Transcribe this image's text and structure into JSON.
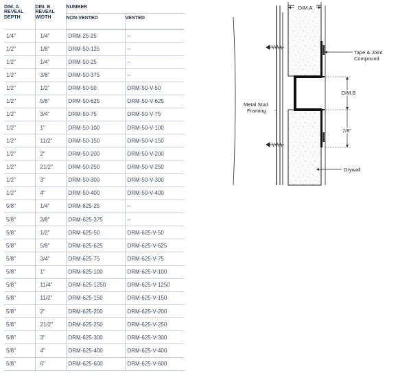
{
  "table": {
    "headers": {
      "dim_a": [
        "DIM. A",
        "REVEAL",
        "DEPTH"
      ],
      "dim_b": [
        "DIM. B",
        "REVEAL",
        "WIDTH"
      ],
      "number": "NUMBER",
      "non_vented": "NON-VENTED",
      "vented": "VENTED"
    },
    "rows": [
      {
        "dim_a": "1/4\"",
        "dim_b": "1/4\"",
        "non_vented": "DRM-25-25",
        "vented": "--"
      },
      {
        "dim_a": "1/2\"",
        "dim_b": "1/8\"",
        "non_vented": "DRM-50-125",
        "vented": "--"
      },
      {
        "dim_a": "1/2\"",
        "dim_b": "1/4\"",
        "non_vented": "DRM-50-25",
        "vented": "--"
      },
      {
        "dim_a": "1/2\"",
        "dim_b": "3/8\"",
        "non_vented": "DRM-50-375",
        "vented": "--"
      },
      {
        "dim_a": "1/2\"",
        "dim_b": "1/2\"",
        "non_vented": "DRM-50-50",
        "vented": "DRM-50-V-50"
      },
      {
        "dim_a": "1/2\"",
        "dim_b": "5/8\"",
        "non_vented": "DRM-50-625",
        "vented": "DRM-50-V-625"
      },
      {
        "dim_a": "1/2\"",
        "dim_b": "3/4\"",
        "non_vented": "DRM-50-75",
        "vented": "DRM-50-V-75"
      },
      {
        "dim_a": "1/2\"",
        "dim_b": "1\"",
        "non_vented": "DRM-50-100",
        "vented": "DRM-50-V-100"
      },
      {
        "dim_a": "1/2\"",
        "dim_b": "11/2\"",
        "non_vented": "DRM-50-150",
        "vented": "DRM-50-V-150"
      },
      {
        "dim_a": "1/2\"",
        "dim_b": "2\"",
        "non_vented": "DRM-50-200",
        "vented": "DRM-50-V-200"
      },
      {
        "dim_a": "1/2\"",
        "dim_b": "21/2\"",
        "non_vented": "DRM-50-250",
        "vented": "DRM-50-V-250"
      },
      {
        "dim_a": "1/2\"",
        "dim_b": "3\"",
        "non_vented": "DRM-50-300",
        "vented": "DRM-50-V-300"
      },
      {
        "dim_a": "1/2\"",
        "dim_b": "4\"",
        "non_vented": "DRM-50-400",
        "vented": "DRM-50-V-400"
      },
      {
        "dim_a": "5/8\"",
        "dim_b": "1/4\"",
        "non_vented": "DRM-625-25",
        "vented": "--"
      },
      {
        "dim_a": "5/8\"",
        "dim_b": "3/8\"",
        "non_vented": "DRM-625-375",
        "vented": "--"
      },
      {
        "dim_a": "5/8\"",
        "dim_b": "1/2\"",
        "non_vented": "DRM-625-50",
        "vented": "DRM-625-V-50"
      },
      {
        "dim_a": "5/8\"",
        "dim_b": "5/8\"",
        "non_vented": "DRM-625-625",
        "vented": "DRM-625-V-625"
      },
      {
        "dim_a": "5/8\"",
        "dim_b": "3/4\"",
        "non_vented": "DRM-625-75",
        "vented": "DRM-625-V-75"
      },
      {
        "dim_a": "5/8\"",
        "dim_b": "1\"",
        "non_vented": "DRM-625-100",
        "vented": "DRM-625-V-100"
      },
      {
        "dim_a": "5/8\"",
        "dim_b": "11/4\"",
        "non_vented": "DRM-625-1250",
        "vented": "DRM-625-V-1250"
      },
      {
        "dim_a": "5/8\"",
        "dim_b": "11/2\"",
        "non_vented": "DRM-625-150",
        "vented": "DRM-625-V-150"
      },
      {
        "dim_a": "5/8\"",
        "dim_b": "2\"",
        "non_vented": "DRM-625-200",
        "vented": "DRM-625-V-200"
      },
      {
        "dim_a": "5/8\"",
        "dim_b": "21/2\"",
        "non_vented": "DRM-625-250",
        "vented": "DRM-625-V-250"
      },
      {
        "dim_a": "5/8\"",
        "dim_b": "3\"",
        "non_vented": "DRM-625-300",
        "vented": "DRM-625-V-300"
      },
      {
        "dim_a": "5/8\"",
        "dim_b": "4\"",
        "non_vented": "DRM-625-400",
        "vented": "DRM-625-V-400"
      },
      {
        "dim_a": "5/8\"",
        "dim_b": "6\"",
        "non_vented": "DRM-625-600",
        "vented": "DRM-625-V-600"
      }
    ]
  },
  "diagram": {
    "dim_a": "DIM.A",
    "dim_b": "DIM.B",
    "tape_joint": [
      "Tape & Joint",
      "Compound"
    ],
    "metal_stud": [
      "Metal Stud",
      "Framing"
    ],
    "seven_eighths": "7/8\"",
    "drywall": "Drywall"
  },
  "colors": {
    "header_text": "#1f3354",
    "rule": "#c5cad3",
    "body_text": "#3a465a"
  }
}
